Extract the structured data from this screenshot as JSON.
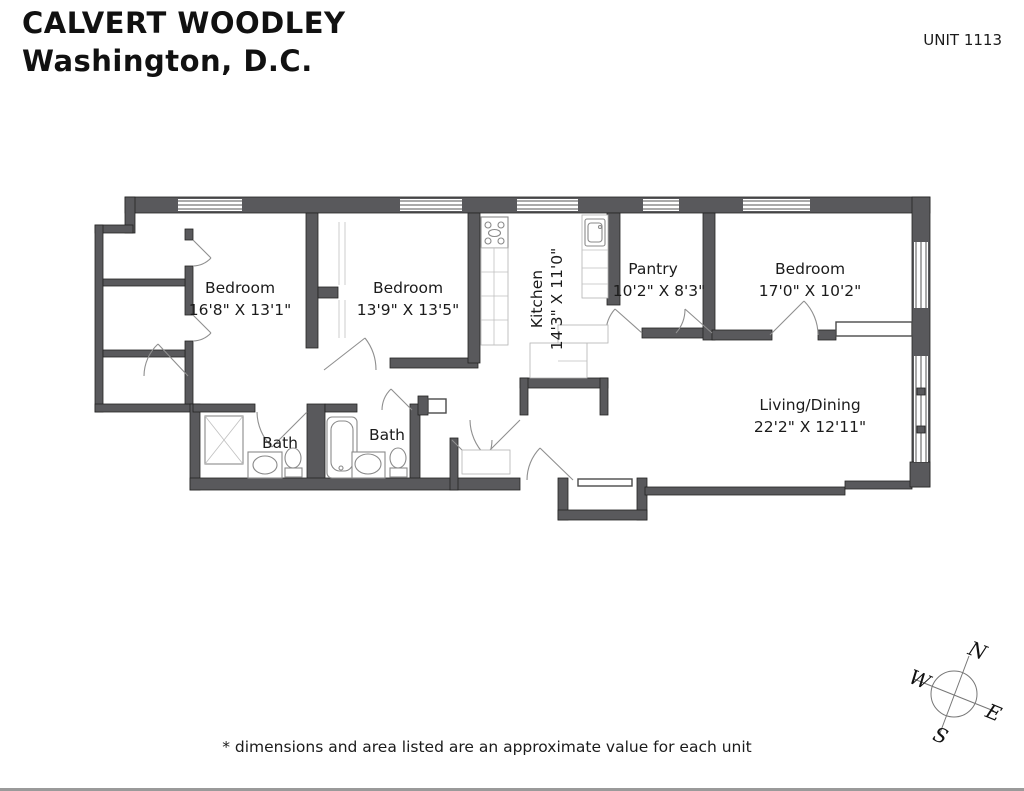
{
  "header": {
    "building": "CALVERT WOODLEY",
    "city": "Washington, D.C.",
    "unit": "UNIT 1113"
  },
  "rooms": {
    "bedroom1": {
      "name": "Bedroom",
      "dims": "16'8\" X 13'1\""
    },
    "bedroom2": {
      "name": "Bedroom",
      "dims": "13'9\" X 13'5\""
    },
    "kitchen": {
      "name": "Kitchen",
      "dims": "14'3\" X 11'0\""
    },
    "pantry": {
      "name": "Pantry",
      "dims": "10'2\" X 8'3\""
    },
    "bedroom3": {
      "name": "Bedroom",
      "dims": "17'0\" X 10'2\""
    },
    "living": {
      "name": "Living/Dining",
      "dims": "22'2\" X 12'11\""
    },
    "bath1": {
      "name": "Bath"
    },
    "bath2": {
      "name": "Bath"
    }
  },
  "compass": {
    "n": "N",
    "s": "S",
    "e": "E",
    "w": "W"
  },
  "footnote": "* dimensions and area listed are an approximate value for each unit",
  "colors": {
    "wall": "#59595c",
    "text": "#1b1b1b",
    "background": "#ffffff"
  }
}
